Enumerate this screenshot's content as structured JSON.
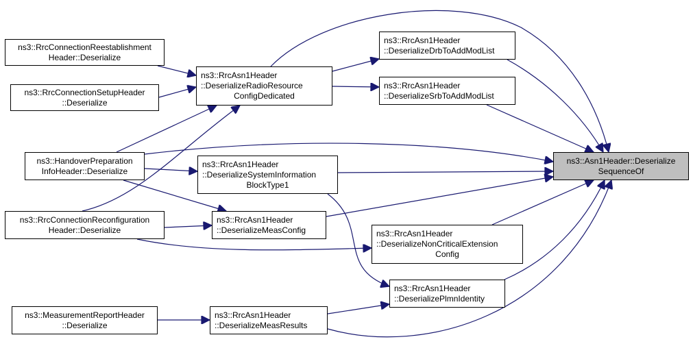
{
  "diagram": {
    "type": "call-graph",
    "edge_color": "#191970",
    "target_fill": "#bfbfbf",
    "nodes": [
      {
        "id": "A",
        "lines": [
          "ns3::RrcConnectionReestablishment",
          "Header::Deserialize"
        ]
      },
      {
        "id": "B",
        "lines": [
          "ns3::RrcConnectionSetupHeader",
          "::Deserialize"
        ]
      },
      {
        "id": "C",
        "lines": [
          "ns3::HandoverPreparation",
          "InfoHeader::Deserialize"
        ]
      },
      {
        "id": "D",
        "lines": [
          "ns3::RrcConnectionReconfiguration",
          "Header::Deserialize"
        ]
      },
      {
        "id": "E",
        "lines": [
          "ns3::MeasurementReportHeader",
          "::Deserialize"
        ]
      },
      {
        "id": "F",
        "lines": [
          "ns3::RrcAsn1Header",
          "::DeserializeRadioResource",
          "ConfigDedicated"
        ]
      },
      {
        "id": "G",
        "lines": [
          "ns3::RrcAsn1Header",
          "::DeserializeSystemInformation",
          "BlockType1"
        ]
      },
      {
        "id": "H",
        "lines": [
          "ns3::RrcAsn1Header",
          "::DeserializeMeasConfig"
        ]
      },
      {
        "id": "I",
        "lines": [
          "ns3::RrcAsn1Header",
          "::DeserializeMeasResults"
        ]
      },
      {
        "id": "J",
        "lines": [
          "ns3::RrcAsn1Header",
          "::DeserializeDrbToAddModList"
        ]
      },
      {
        "id": "K",
        "lines": [
          "ns3::RrcAsn1Header",
          "::DeserializeSrbToAddModList"
        ]
      },
      {
        "id": "L",
        "lines": [
          "ns3::RrcAsn1Header",
          "::DeserializeNonCriticalExtension",
          "Config"
        ]
      },
      {
        "id": "M",
        "lines": [
          "ns3::RrcAsn1Header",
          "::DeserializePlmnIdentity"
        ]
      },
      {
        "id": "T",
        "lines": [
          "ns3::Asn1Header::Deserialize",
          "SequenceOf"
        ],
        "highlighted": true
      }
    ],
    "edges": [
      {
        "from": "A",
        "to": "F"
      },
      {
        "from": "B",
        "to": "F"
      },
      {
        "from": "C",
        "to": "F"
      },
      {
        "from": "C",
        "to": "T"
      },
      {
        "from": "C",
        "to": "G"
      },
      {
        "from": "C",
        "to": "H"
      },
      {
        "from": "D",
        "to": "F"
      },
      {
        "from": "D",
        "to": "H"
      },
      {
        "from": "D",
        "to": "L"
      },
      {
        "from": "E",
        "to": "I"
      },
      {
        "from": "F",
        "to": "J"
      },
      {
        "from": "F",
        "to": "K"
      },
      {
        "from": "F",
        "to": "T"
      },
      {
        "from": "G",
        "to": "T"
      },
      {
        "from": "G",
        "to": "M"
      },
      {
        "from": "H",
        "to": "T"
      },
      {
        "from": "I",
        "to": "M"
      },
      {
        "from": "I",
        "to": "T"
      },
      {
        "from": "J",
        "to": "T"
      },
      {
        "from": "K",
        "to": "T"
      },
      {
        "from": "L",
        "to": "T"
      },
      {
        "from": "M",
        "to": "T"
      }
    ]
  }
}
